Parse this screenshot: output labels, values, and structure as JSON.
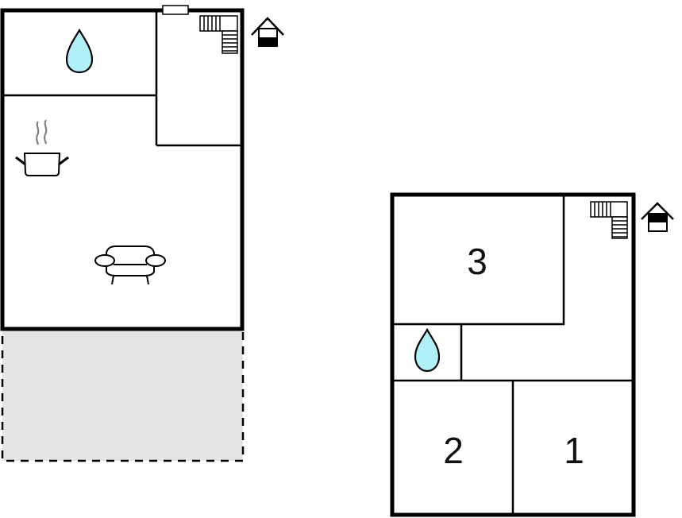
{
  "colors": {
    "wall": "#000000",
    "water": "#b0f0f8",
    "terrace_fill": "#e4e4e4",
    "steam": "#808080",
    "background": "#ffffff"
  },
  "ground_floor": {
    "floor_icon": "house-ground-floor-icon",
    "rooms": [
      {
        "name": "bathroom",
        "icon": "water-drop-icon"
      },
      {
        "name": "stair-hall",
        "icon": "staircase-icon"
      },
      {
        "name": "kitchen-living",
        "icons": [
          "cooking-pot-icon",
          "sofa-icon"
        ]
      },
      {
        "name": "terrace",
        "style": "dashed-outline"
      }
    ],
    "window": "window-marker"
  },
  "upper_floor": {
    "floor_icon": "house-upper-floor-icon",
    "rooms": [
      {
        "name": "bedroom-3",
        "label": "3"
      },
      {
        "name": "landing",
        "icon": "staircase-icon"
      },
      {
        "name": "bathroom",
        "icon": "water-drop-icon"
      },
      {
        "name": "bedroom-2",
        "label": "2"
      },
      {
        "name": "bedroom-1",
        "label": "1"
      }
    ]
  }
}
